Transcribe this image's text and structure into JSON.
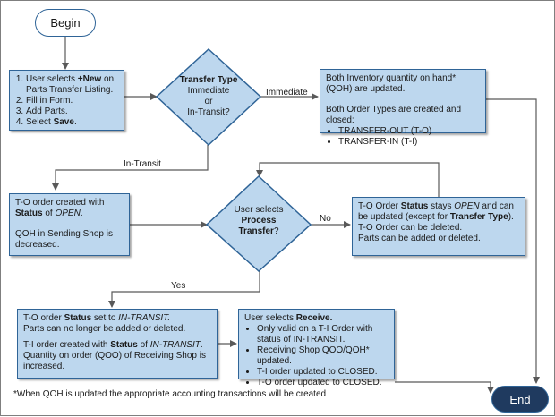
{
  "begin": "Begin",
  "end": "End",
  "start_box": {
    "items": [
      "User selects ",
      "+New",
      " on Parts Transfer Listing.",
      "Fill in Form.",
      "Add Parts.",
      "Select ",
      "Save",
      "."
    ]
  },
  "decision_transfer": {
    "title": "Transfer Type",
    "line2": "Immediate",
    "line3": "or",
    "line4": "In-Transit?"
  },
  "immediate_box": {
    "line1": "Both Inventory quantity on hand* (QOH) are updated.",
    "line2": "Both Order Types are created and closed:",
    "bullets": [
      "TRANSFER-OUT (T-O)",
      "TRANSFER-IN (T-I)"
    ]
  },
  "label_immediate": "Immediate",
  "label_intransit": "In-Transit",
  "to_open_box": {
    "p1_a": "T-O order created with ",
    "p1_b": "Status",
    "p1_c": " of ",
    "p1_d": "OPEN",
    "p1_e": ".",
    "p2": "QOH in Sending Shop is decreased."
  },
  "decision_process": {
    "line1": "User selects",
    "line2": "Process",
    "line3": "Transfer",
    "line4": "?"
  },
  "label_no": "No",
  "label_yes": "Yes",
  "open_box": {
    "a": "T-O Order ",
    "b": "Status",
    "c": " stays ",
    "d": "OPEN",
    "e": " and can be updated (except for ",
    "f": "Transfer Type",
    "g": ").",
    "line2": "T-O Order can be deleted.",
    "line3": "Parts can be added or deleted."
  },
  "intransit_box": {
    "p1_a": "T-O order ",
    "p1_b": "Status",
    "p1_c": " set to ",
    "p1_d": "IN-TRANSIT.",
    "p1_line2": "Parts can no longer be added or deleted.",
    "p2_a": "T-I order created with ",
    "p2_b": "Status",
    "p2_c": " of ",
    "p2_d": "IN-TRANSIT",
    "p2_e": ".",
    "p2_line2": "Quantity on order (QOO) of Receiving Shop is increased."
  },
  "receive_box": {
    "title_a": "User selects ",
    "title_b": "Receive.",
    "bullets": [
      "Only valid on a T-I Order with status of IN-TRANSIT.",
      "Receiving Shop QOO/QOH* updated.",
      "T-I order updated to CLOSED.",
      "T-O order updated to CLOSED."
    ]
  },
  "footnote": "*When QOH is updated the appropriate accounting transactions will be created",
  "colors": {
    "box_fill": "#bdd7ee",
    "box_border": "#2f6497",
    "terminal_fill": "#1f3a5f",
    "line": "#595959"
  }
}
